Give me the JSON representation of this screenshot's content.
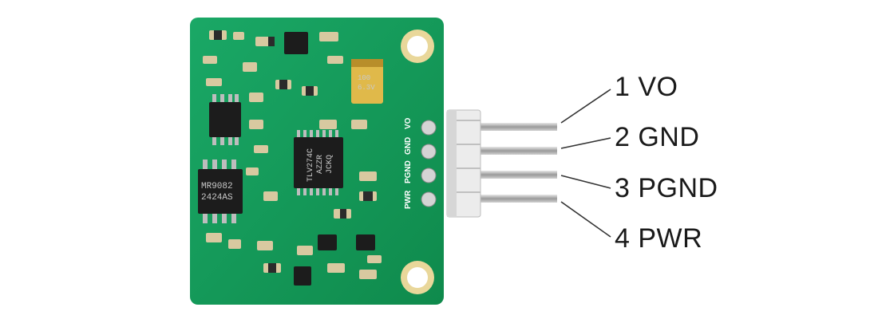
{
  "pins": [
    {
      "label": "1 VO"
    },
    {
      "label": "2 GND"
    },
    {
      "label": "3 PGND"
    },
    {
      "label": "4 PWR"
    }
  ],
  "silkscreen": {
    "pin_labels": [
      "VO",
      "GND",
      "PGND",
      "PWR"
    ]
  },
  "chips": {
    "opamp_marking_1": "TLV274C",
    "opamp_marking_2": "AZZR",
    "opamp_marking_3": "JCKQ",
    "driver_marking_1": "MR9082",
    "driver_marking_2": "2424AS",
    "cap_marking_1": "100",
    "cap_marking_2": "6.3V"
  },
  "colors": {
    "pcb": "#149a58",
    "label_text": "#1a1a1a"
  }
}
